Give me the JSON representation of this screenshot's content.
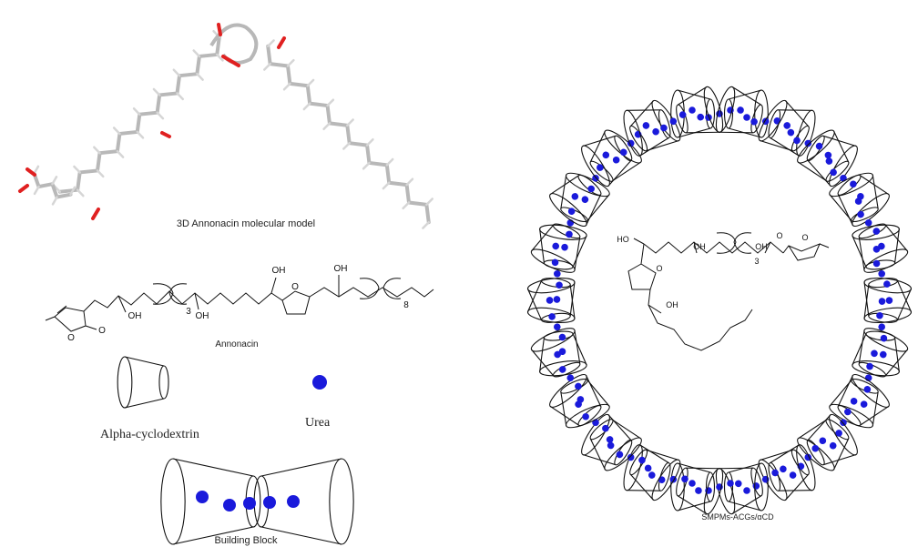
{
  "labels": {
    "model_caption": "3D Annonacin molecular model",
    "annonacin": "Annonacin",
    "alpha_cd": "Alpha-cyclodextrin",
    "urea": "Urea",
    "building_block": "Building Block",
    "assembly": "SMPMs-ACGs/αCD"
  },
  "structure_text": {
    "oh": "OH",
    "ho": "HO",
    "o": "O",
    "sub3": "3",
    "sub8": "8"
  },
  "colors": {
    "urea": "#1a1adb",
    "oxygen": "#e02020",
    "stick": "#b8b8b8",
    "line": "#111111"
  }
}
